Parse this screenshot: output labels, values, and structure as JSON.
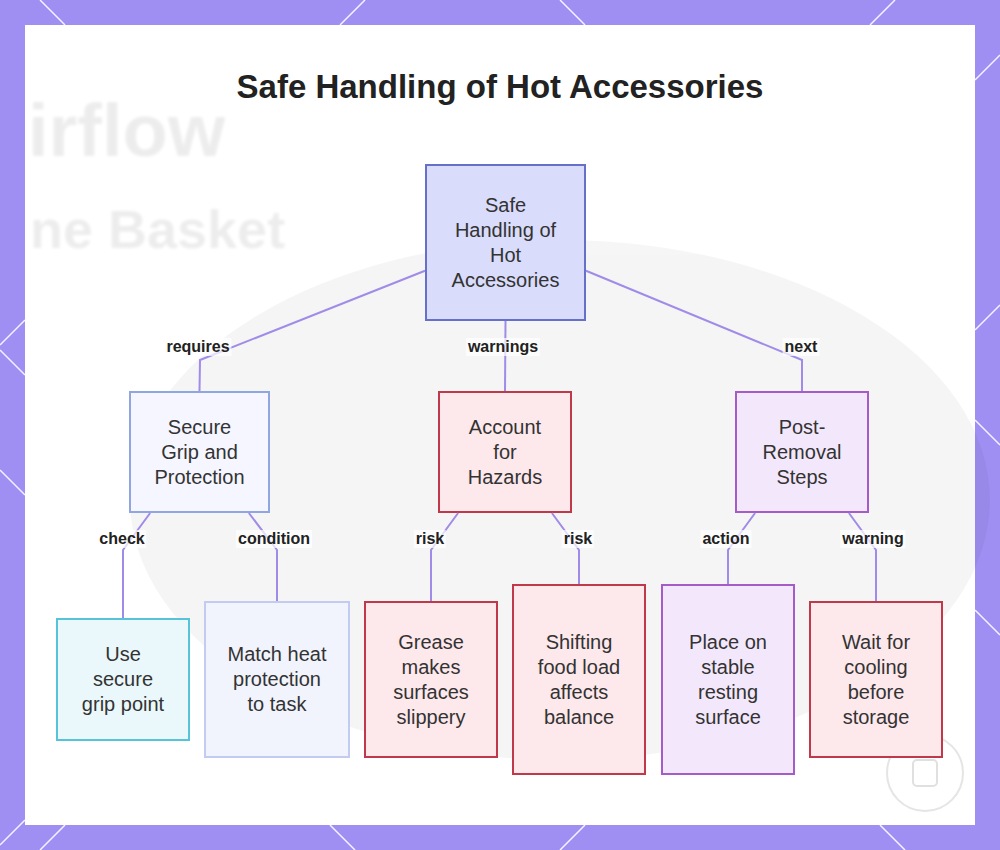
{
  "diagram": {
    "title": "Safe Handling of Hot Accessories",
    "nodes": [
      {
        "text": [
          "Safe Handling of Hot Accessories"
        ]
      },
      {
        "text": [
          "Secure Grip and Protection"
        ]
      },
      {
        "text": [
          "Account for Hazards"
        ]
      },
      {
        "text": [
          "Post-Removal Steps"
        ]
      },
      {
        "text": [
          "Use secure grip point"
        ]
      },
      {
        "text": [
          "Match heat protection to task"
        ]
      },
      {
        "text": [
          "Grease makes surfaces slippery"
        ]
      },
      {
        "text": [
          "Shifting food load affects balance"
        ]
      },
      {
        "text": [
          "Place on stable resting surface"
        ]
      },
      {
        "text": [
          "Wait for cooling before storage"
        ]
      }
    ],
    "edges": [
      {
        "from": 0,
        "to": 1,
        "label": "requires",
        "arrow": "none"
      },
      {
        "from": 0,
        "to": 2,
        "label": "warnings",
        "arrow": "none"
      },
      {
        "from": 0,
        "to": 3,
        "label": "next",
        "arrow": "none"
      },
      {
        "from": 1,
        "to": 4,
        "label": "check",
        "arrow": "none"
      },
      {
        "from": 1,
        "to": 5,
        "label": "condition",
        "arrow": "none"
      },
      {
        "from": 2,
        "to": 6,
        "label": "risk",
        "arrow": "none"
      },
      {
        "from": 2,
        "to": 7,
        "label": "risk",
        "arrow": "none"
      },
      {
        "from": 3,
        "to": 8,
        "label": "action",
        "arrow": "none"
      },
      {
        "from": 3,
        "to": 9,
        "label": "warning",
        "arrow": "none"
      }
    ],
    "labels": [
      "irflow",
      "ne Basket"
    ]
  }
}
